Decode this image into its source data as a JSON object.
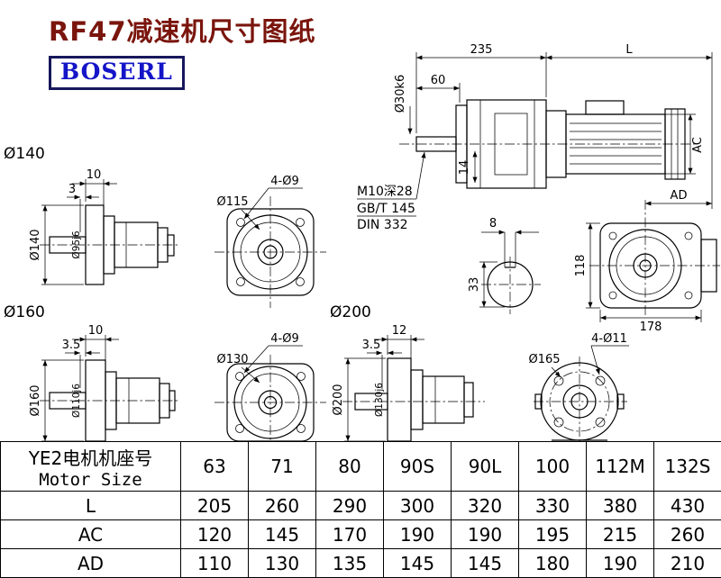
{
  "title": "RF47减速机尺寸图纸",
  "logo": "BOSERL",
  "colors": {
    "title_text": "#7a150d",
    "logo_text": "#1414c8",
    "logo_border": "#17175c",
    "drawing_line": "#000000"
  },
  "main_view": {
    "dim_235": "235",
    "dim_l": "L",
    "dim_60": "60",
    "dim_shaft_dia": "Ø30k6",
    "dim_ac": "AC",
    "dim_14": "14",
    "note1": "M10深28",
    "note2": "GB/T 145",
    "note3": "DIN 332"
  },
  "shaft_section": {
    "dim_8": "8",
    "dim_33": "33"
  },
  "rear_view": {
    "dim_ad": "AD",
    "dim_118": "118",
    "dim_178": "178"
  },
  "flange_140": {
    "title": "Ø140",
    "dim_10": "10",
    "dim_3": "3",
    "dim_od": "Ø140",
    "dim_spigot": "Ø95j6"
  },
  "flange_115": {
    "dim_holes": "4-Ø9",
    "dim_bc": "Ø115"
  },
  "flange_160": {
    "title": "Ø160",
    "dim_10": "10",
    "dim_3_5": "3.5",
    "dim_od": "Ø160",
    "dim_spigot": "Ø110j6"
  },
  "flange_130": {
    "dim_holes": "4-Ø9",
    "dim_bc": "Ø130"
  },
  "flange_200": {
    "title": "Ø200",
    "dim_12": "12",
    "dim_3_5": "3.5",
    "dim_od": "Ø200",
    "dim_spigot": "Ø130j6"
  },
  "flange_165": {
    "dim_holes": "4-Ø11",
    "dim_bc": "Ø165"
  },
  "table": {
    "header_cn": "YE2电机机座号",
    "header_en": "Motor Size",
    "sizes": [
      "63",
      "71",
      "80",
      "90S",
      "90L",
      "100",
      "112M",
      "132S"
    ],
    "rows": [
      {
        "label": "L",
        "values": [
          "205",
          "260",
          "290",
          "300",
          "320",
          "330",
          "380",
          "430"
        ]
      },
      {
        "label": "AC",
        "values": [
          "120",
          "145",
          "170",
          "190",
          "190",
          "195",
          "215",
          "260"
        ]
      },
      {
        "label": "AD",
        "values": [
          "110",
          "130",
          "135",
          "145",
          "145",
          "180",
          "190",
          "210"
        ]
      }
    ]
  }
}
